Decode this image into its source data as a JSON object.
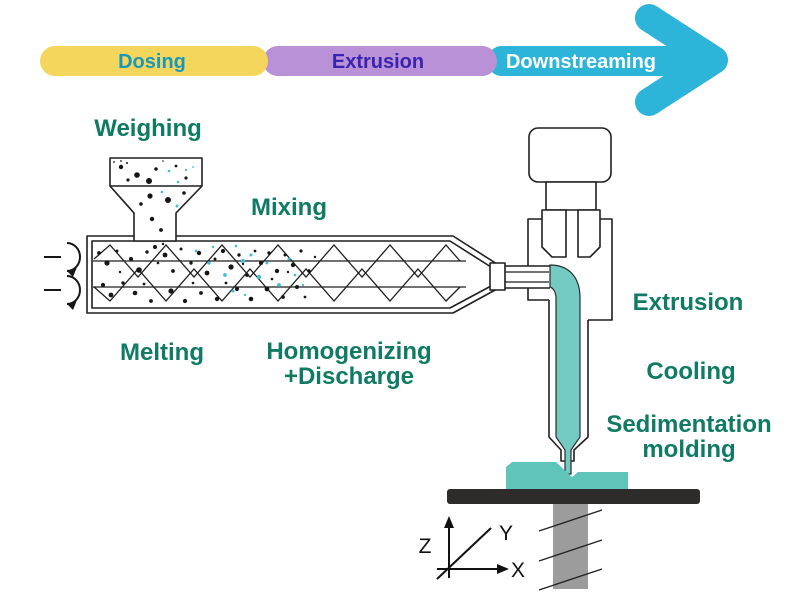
{
  "banner": {
    "segments": [
      {
        "label": "Dosing",
        "bg": "#f5d65c",
        "text_color": "#1898ba"
      },
      {
        "label": "Extrusion",
        "bg": "#b991d6",
        "text_color": "#3a23b0"
      },
      {
        "label": "Downstreaming",
        "bg": "#2cb4d9",
        "text_color": "#ffffff"
      }
    ],
    "arrow_color": "#2cb4d9"
  },
  "stage_labels": {
    "weighing": "Weighing",
    "mixing": "Mixing",
    "melting": "Melting",
    "homogenizing_line1": "Homogenizing",
    "homogenizing_line2": "+Discharge",
    "extrusion": "Extrusion",
    "cooling": "Cooling",
    "sedimentation_line1": "Sedimentation",
    "sedimentation_line2": "molding"
  },
  "axes": {
    "x": "X",
    "y": "Y",
    "z": "Z"
  },
  "colors": {
    "label_green": "#0f7b64",
    "material_teal": "#72cac2",
    "deposit_teal": "#5fc4ba",
    "platform_dark": "#2d2c2b",
    "post_gray": "#9c9c9c",
    "dot_black": "#161616",
    "dot_teal": "#3fbcd4",
    "outline": "#1f1f1f"
  }
}
